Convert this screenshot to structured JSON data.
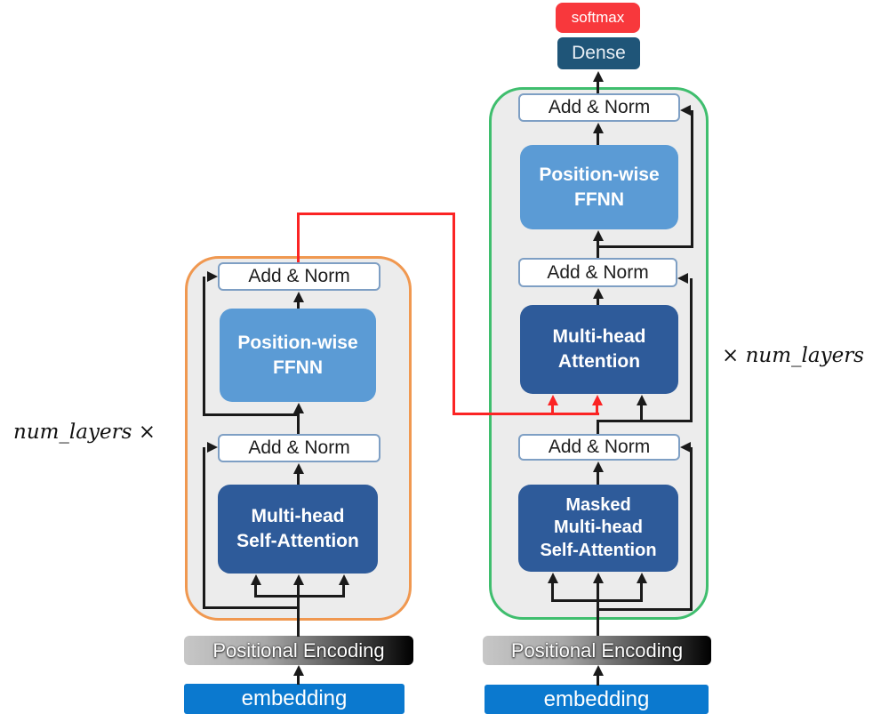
{
  "colors": {
    "panel_gray": "#ececec",
    "encoder_border_orange": "#f09850",
    "decoder_border_green": "#3fbe6e",
    "ffnn_blue": "#5b9bd5",
    "attention_blue": "#2e5b9a",
    "embedding_blue": "#0b79cf",
    "softmax_red": "#f8383c",
    "dense_navy": "#1f5578",
    "line_black": "#1a1a1a",
    "cross_attention_red": "#fb2424",
    "addnorm_border": "#7e9fc4"
  },
  "encoder": {
    "repeat_label": "num_layers ×",
    "add_norm_top": "Add & Norm",
    "ffnn": {
      "line1": "Position-wise",
      "line2": "FFNN"
    },
    "add_norm_bottom": "Add & Norm",
    "self_attention": {
      "line1": "Multi-head",
      "line2": "Self-Attention"
    },
    "positional_encoding": "Positional Encoding",
    "embedding": "embedding"
  },
  "decoder": {
    "repeat_label": "× num_layers",
    "softmax": "softmax",
    "dense": "Dense",
    "add_norm_top": "Add & Norm",
    "ffnn": {
      "line1": "Position-wise",
      "line2": "FFNN"
    },
    "add_norm_mid": "Add & Norm",
    "attention": {
      "line1": "Multi-head",
      "line2": "Attention"
    },
    "add_norm_bottom": "Add & Norm",
    "masked_attention": {
      "line1": "Masked",
      "line2": "Multi-head",
      "line3": "Self-Attention"
    },
    "positional_encoding": "Positional Encoding",
    "embedding": "embedding"
  }
}
